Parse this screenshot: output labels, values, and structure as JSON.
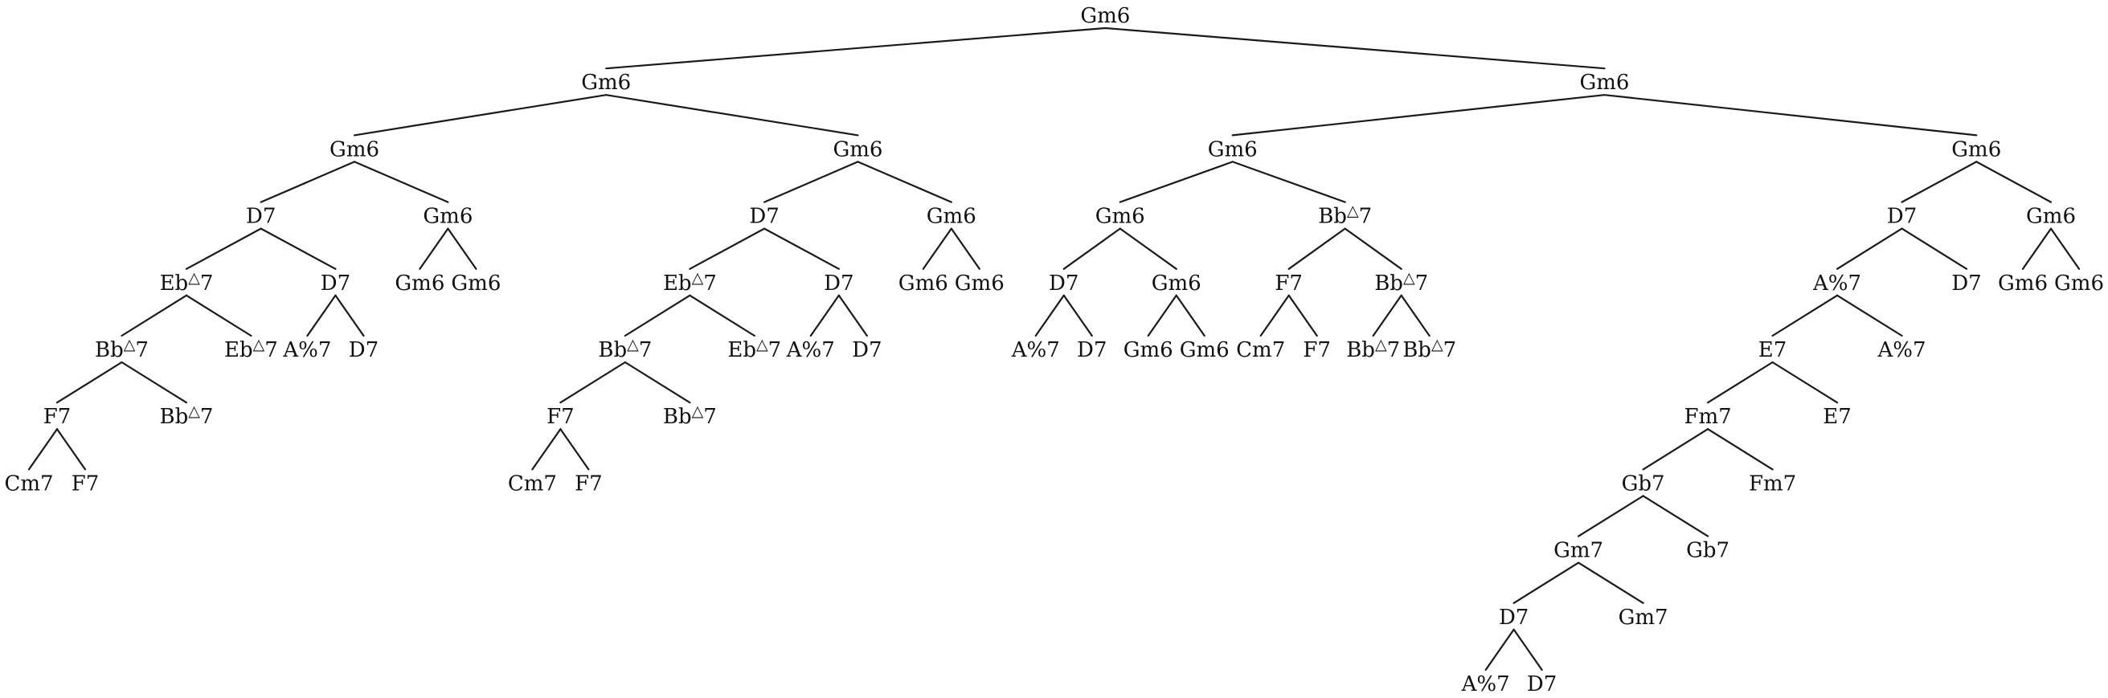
{
  "tree": {
    "label": "Gm6",
    "children": [
      {
        "label": "Gm6",
        "children": [
          {
            "label": "Gm6",
            "children": [
              {
                "label": "D7",
                "children": [
                  {
                    "label": "Eb△7",
                    "children": [
                      {
                        "label": "Bb△7",
                        "children": [
                          {
                            "label": "F7",
                            "children": [
                              {
                                "label": "Cm7"
                              },
                              {
                                "label": "F7"
                              }
                            ]
                          },
                          {
                            "label": "Bb△7"
                          }
                        ]
                      },
                      {
                        "label": "Eb△7"
                      }
                    ]
                  },
                  {
                    "label": "D7",
                    "children": [
                      {
                        "label": "A%7"
                      },
                      {
                        "label": "D7"
                      }
                    ]
                  }
                ]
              },
              {
                "label": "Gm6",
                "children": [
                  {
                    "label": "Gm6"
                  },
                  {
                    "label": "Gm6"
                  }
                ]
              }
            ]
          },
          {
            "label": "Gm6",
            "children": [
              {
                "label": "D7",
                "children": [
                  {
                    "label": "Eb△7",
                    "children": [
                      {
                        "label": "Bb△7",
                        "children": [
                          {
                            "label": "F7",
                            "children": [
                              {
                                "label": "Cm7"
                              },
                              {
                                "label": "F7"
                              }
                            ]
                          },
                          {
                            "label": "Bb△7"
                          }
                        ]
                      },
                      {
                        "label": "Eb△7"
                      }
                    ]
                  },
                  {
                    "label": "D7",
                    "children": [
                      {
                        "label": "A%7"
                      },
                      {
                        "label": "D7"
                      }
                    ]
                  }
                ]
              },
              {
                "label": "Gm6",
                "children": [
                  {
                    "label": "Gm6"
                  },
                  {
                    "label": "Gm6"
                  }
                ]
              }
            ]
          }
        ]
      },
      {
        "label": "Gm6",
        "children": [
          {
            "label": "Gm6",
            "children": [
              {
                "label": "Gm6",
                "children": [
                  {
                    "label": "D7",
                    "children": [
                      {
                        "label": "A%7"
                      },
                      {
                        "label": "D7"
                      }
                    ]
                  },
                  {
                    "label": "Gm6",
                    "children": [
                      {
                        "label": "Gm6"
                      },
                      {
                        "label": "Gm6"
                      }
                    ]
                  }
                ]
              },
              {
                "label": "Bb△7",
                "children": [
                  {
                    "label": "F7",
                    "children": [
                      {
                        "label": "Cm7"
                      },
                      {
                        "label": "F7"
                      }
                    ]
                  },
                  {
                    "label": "Bb△7",
                    "children": [
                      {
                        "label": "Bb△7"
                      },
                      {
                        "label": "Bb△7"
                      }
                    ]
                  }
                ]
              }
            ]
          },
          {
            "label": "Gm6",
            "children": [
              {
                "label": "D7",
                "children": [
                  {
                    "label": "A%7",
                    "children": [
                      {
                        "label": "E7",
                        "children": [
                          {
                            "label": "Fm7",
                            "children": [
                              {
                                "label": "Gb7",
                                "children": [
                                  {
                                    "label": "Gm7",
                                    "children": [
                                      {
                                        "label": "D7",
                                        "children": [
                                          {
                                            "label": "A%7"
                                          },
                                          {
                                            "label": "D7"
                                          }
                                        ]
                                      },
                                      {
                                        "label": "Gm7"
                                      }
                                    ]
                                  },
                                  {
                                    "label": "Gb7"
                                  }
                                ]
                              },
                              {
                                "label": "Fm7"
                              }
                            ]
                          },
                          {
                            "label": "E7"
                          }
                        ]
                      },
                      {
                        "label": "A%7"
                      }
                    ]
                  },
                  {
                    "label": "D7"
                  }
                ]
              },
              {
                "label": "Gm6",
                "children": [
                  {
                    "label": "Gm6"
                  },
                  {
                    "label": "Gm6"
                  }
                ]
              }
            ]
          }
        ]
      }
    ]
  }
}
